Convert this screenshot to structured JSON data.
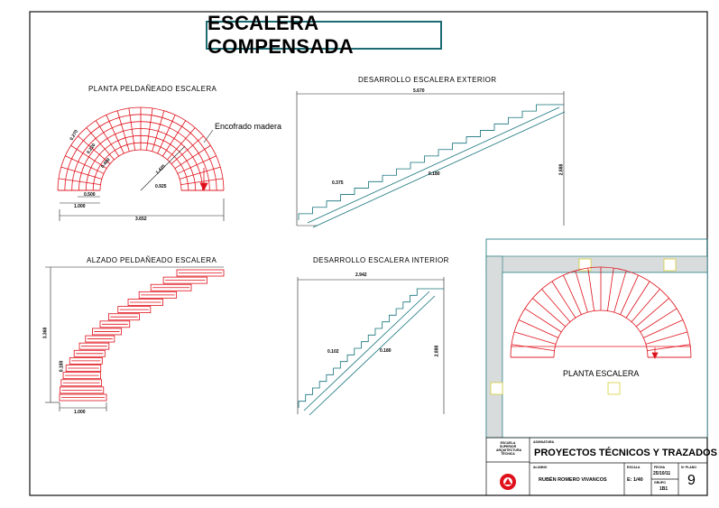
{
  "title": "ESCALERA COMPENSADA",
  "views": {
    "plan": {
      "label": "PLANTA PELDAÑEADO ESCALERA",
      "note": "Encofrado madera",
      "dims": [
        "0.270",
        "0.220",
        "0.480",
        "1.425",
        "0.925",
        "0.500",
        "1.000",
        "3.652"
      ]
    },
    "exterior": {
      "label": "DESARROLLO ESCALERA EXTERIOR",
      "dims": [
        "5.670",
        "2.888",
        "0.375",
        "0.180"
      ]
    },
    "elevation": {
      "label": "ALZADO PELDAÑEADO ESCALERA",
      "dims": [
        "3.368",
        "0.180",
        "1.000"
      ]
    },
    "interior": {
      "label": "DESARROLLO ESCALERA INTERIOR",
      "dims": [
        "2.942",
        "0.102",
        "0.180",
        "2.888"
      ]
    },
    "floorplan": {
      "label": "PLANTA ESCALERA"
    }
  },
  "cartouche": {
    "subject_header": "ASIGNATURA",
    "subject": "PROYECTOS TÉCNICOS Y TRAZADOS",
    "author_header": "ALUMNO",
    "author": "RUBÉN ROMERO VIVANCOS",
    "scale_header": "ESCALA",
    "scale": "E: 1/40",
    "date_header": "FECHA",
    "date": "25/10/11",
    "group_header": "GRUPO",
    "group": "1B1",
    "sheet_header": "Nº PLANO",
    "sheet": "9",
    "school_lines": [
      "ESCUELA",
      "SUPERIOR",
      "ARQUITECTURA",
      "TÉCNICA"
    ]
  },
  "colors": {
    "stair": "#e0101a",
    "outline": "#14727a",
    "frame": "#111111",
    "wall_hatch": "#9aa0a0",
    "accent": "#f4f18a"
  }
}
